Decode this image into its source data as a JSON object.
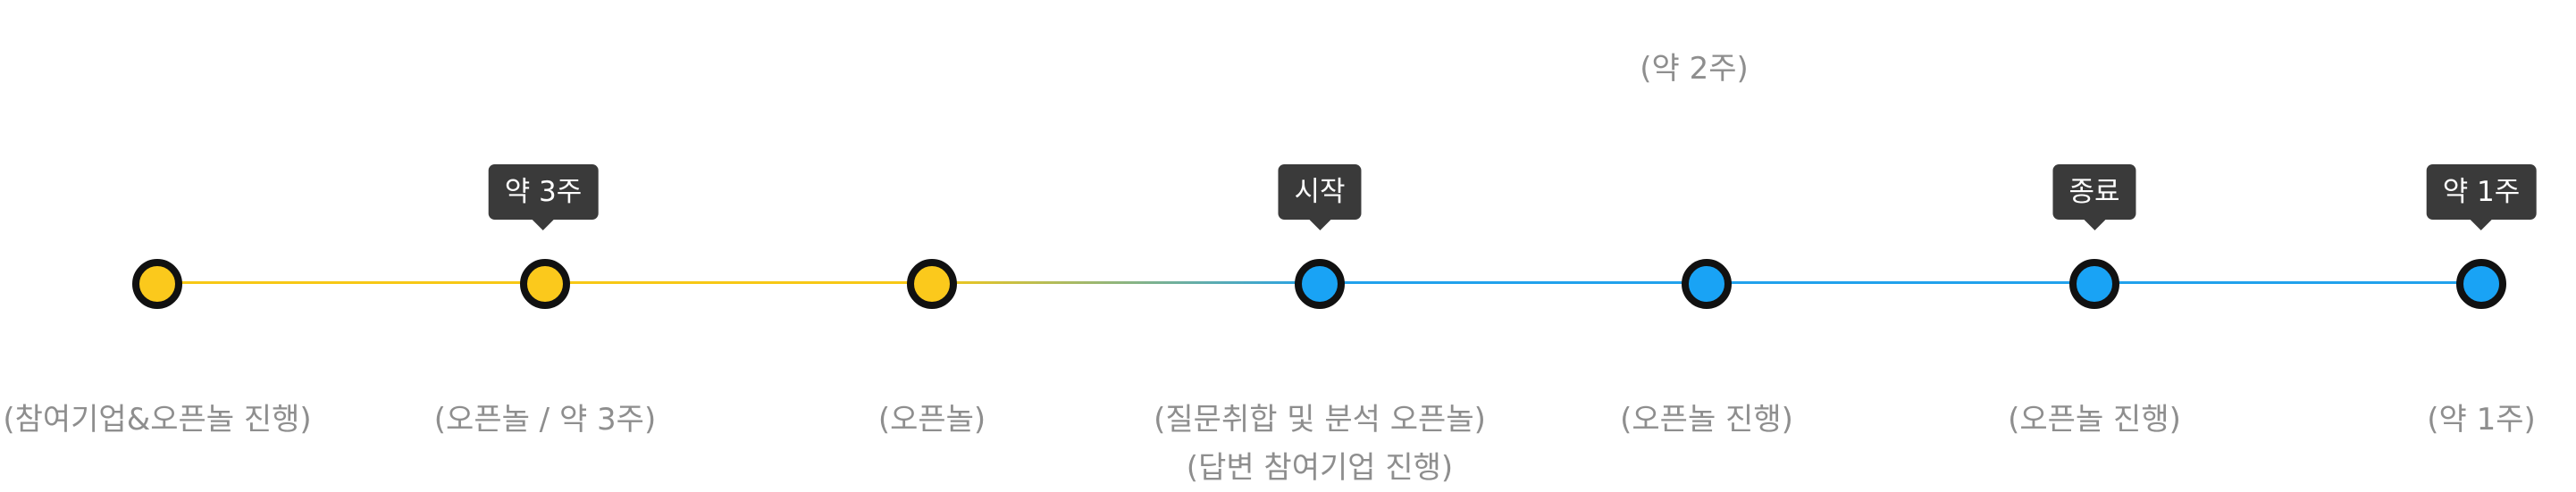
{
  "timeline": {
    "top_note": "(약 2주)",
    "steps": [
      {
        "tooltip": "",
        "label_lines": [
          "(참여기업&오픈놀 진행)"
        ],
        "color": "#fbc91c"
      },
      {
        "tooltip": "약 3주",
        "label_lines": [
          "(오픈놀 / 약 3주)"
        ],
        "color": "#fbc91c"
      },
      {
        "tooltip": "",
        "label_lines": [
          "(오픈놀)"
        ],
        "color": "#fbc91c"
      },
      {
        "tooltip": "시작",
        "label_lines": [
          "(질문취합 및 분석 오픈놀)",
          "(답변 참여기업 진행)"
        ],
        "color": "#19a3f5"
      },
      {
        "tooltip": "",
        "label_lines": [
          "(오픈놀 진행)"
        ],
        "color": "#19a3f5"
      },
      {
        "tooltip": "종료",
        "label_lines": [
          "(오픈놀 진행)"
        ],
        "color": "#19a3f5"
      },
      {
        "tooltip": "약 1주",
        "label_lines": [
          "(약 1주)"
        ],
        "color": "#19a3f5"
      }
    ]
  }
}
